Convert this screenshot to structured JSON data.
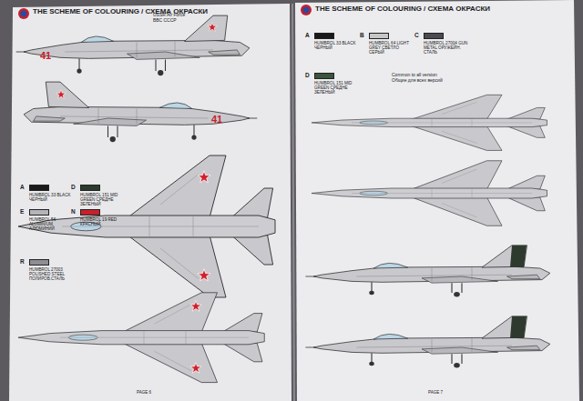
{
  "diagram": {
    "title": "THE SCHEME OF COLOURING / СХЕМА ОКРАСКИ",
    "labels": [
      "THE SCHEME OF COLOURING / СХЕМА ОКРАСКИ",
      "USSR Air Force",
      "ВВС СССР",
      "41",
      "41",
      "A",
      "D",
      "E",
      "N",
      "R",
      "A",
      "B",
      "C",
      "D",
      "Common to all version",
      "Общие для всех версий",
      "PAGE 6",
      "PAGE 7"
    ],
    "legend": [
      {
        "text": "HUMBROL 33 BLACK ЧЕРНЫЙ",
        "color": "#1a1a1a"
      },
      {
        "text": "HUMBROL 151 MID GREEN СРЕДНЕ ЗЕЛЕНЫЙ",
        "color": "#2e3a2e"
      },
      {
        "text": "HUMBROL 56 ALUMINIUM АЛЮМИНИЙ",
        "color": "#b4b4b8"
      },
      {
        "text": "HUMBROL 19 RED КРАСНЫЙ",
        "color": "#c8202a"
      },
      {
        "text": "HUMBROL 27003 POLISHED STEEL ПОЛИРОВ.СТАЛЬ",
        "color": "#8e8e94"
      },
      {
        "text": "HUMBROL 33 BLACK ЧЕРНЫЙ",
        "color": "#1a1a1a"
      },
      {
        "text": "HUMBROL 64 LIGHT GREY СВЕТЛО СЕРЫЙ",
        "color": "#c6c6c8"
      },
      {
        "text": "HUMBROL 27004 GUN METAL ОРУЖЕЙН. СТАЛЬ",
        "color": "#4a4a50"
      },
      {
        "text": "HUMBROL 151 MID GREEN СРЕДНЕ ЗЕЛЕНЫЙ",
        "color": "#3b543d"
      }
    ]
  }
}
